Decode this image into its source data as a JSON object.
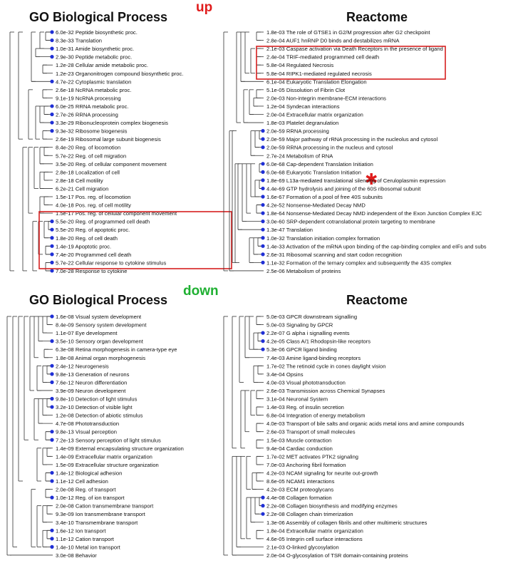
{
  "labels": {
    "up": "up",
    "down": "down"
  },
  "colors": {
    "up": "#e01c1c",
    "down": "#1fb032",
    "node": "#1f2fd6",
    "box": "#d62020",
    "tree": "#333333"
  },
  "panels": [
    {
      "id": "up-go",
      "title": "GO Biological Process",
      "rows": [
        {
          "p": "6.0e-32",
          "t": "Peptide biosynthetic proc."
        },
        {
          "p": "8.3e-33",
          "t": "Translation"
        },
        {
          "p": "1.0e-31",
          "t": "Amide biosynthetic proc."
        },
        {
          "p": "2.9e-30",
          "t": "Peptide metabolic proc."
        },
        {
          "p": "1.2e-28",
          "t": "Cellular amide metabolic proc."
        },
        {
          "p": "1.2e-23",
          "t": "Organonitrogen compound biosynthetic proc."
        },
        {
          "p": "4.7e-22",
          "t": "Cytoplasmic translation"
        },
        {
          "p": "2.6e-18",
          "t": "NcRNA metabolic proc."
        },
        {
          "p": "9.1e-19",
          "t": "NcRNA processing"
        },
        {
          "p": "6.0e-25",
          "t": "RRNA metabolic proc."
        },
        {
          "p": "2.7e-26",
          "t": "RRNA processing"
        },
        {
          "p": "3.3e-29",
          "t": "Ribonucleoprotein complex biogenesis"
        },
        {
          "p": "9.3e-32",
          "t": "Ribosome biogenesis"
        },
        {
          "p": "2.6e-19",
          "t": "Ribosomal large subunit biogenesis"
        },
        {
          "p": "8.4e-20",
          "t": "Reg. of locomotion"
        },
        {
          "p": "5.7e-22",
          "t": "Reg. of cell migration"
        },
        {
          "p": "3.5e-20",
          "t": "Reg. of cellular component movement"
        },
        {
          "p": "2.8e-18",
          "t": "Localization of cell"
        },
        {
          "p": "2.8e-18",
          "t": "Cell motility"
        },
        {
          "p": "6.2e-21",
          "t": "Cell migration"
        },
        {
          "p": "1.5e-17",
          "t": "Pos. reg. of locomotion"
        },
        {
          "p": "4.0e-18",
          "t": "Pos. reg. of cell motility"
        },
        {
          "p": "1.5e-17",
          "t": "Pos. reg. of cellular component movement"
        },
        {
          "p": "5.5e-20",
          "t": "Reg. of programmed cell death"
        },
        {
          "p": "5.5e-20",
          "t": "Reg. of apoptotic proc."
        },
        {
          "p": "1.8e-20",
          "t": "Reg. of cell death"
        },
        {
          "p": "1.4e-19",
          "t": "Apoptotic proc."
        },
        {
          "p": "7.4e-20",
          "t": "Programmed cell death"
        },
        {
          "p": "5.7e-22",
          "t": "Cellular response to cytokine stimulus"
        },
        {
          "p": "7.0e-28",
          "t": "Response to cytokine"
        }
      ]
    },
    {
      "id": "up-reactome",
      "title": "Reactome",
      "rows": [
        {
          "p": "1.8e-03",
          "t": "The role of GTSE1 in G2/M progression after G2 checkpoint"
        },
        {
          "p": "2.8e-04",
          "t": "AUF1 hnRNP D0 binds and destabilizes mRNA"
        },
        {
          "p": "2.1e-03",
          "t": "Caspase activation via Death Receptors in the presence of ligand"
        },
        {
          "p": "2.4e-04",
          "t": "TRIF-mediated programmed cell death"
        },
        {
          "p": "5.8e-04",
          "t": "Regulated Necrosis"
        },
        {
          "p": "5.8e-04",
          "t": "RIPK1-mediated regulated necrosis"
        },
        {
          "p": "6.1e-04",
          "t": "Eukaryotic Translation Elongation"
        },
        {
          "p": "5.1e-05",
          "t": "Dissolution of Fibrin Clot"
        },
        {
          "p": "2.0e-03",
          "t": "Non-integrin membrane-ECM interactions"
        },
        {
          "p": "1.2e-04",
          "t": "Syndecan interactions"
        },
        {
          "p": "2.0e-04",
          "t": "Extracellular matrix organization"
        },
        {
          "p": "1.8e-03",
          "t": "Platelet degranulation"
        },
        {
          "p": "2.0e-59",
          "t": "RRNA processing"
        },
        {
          "p": "2.0e-59",
          "t": "Major pathway of rRNA processing in the nucleolus and cytosol"
        },
        {
          "p": "2.0e-59",
          "t": "RRNA processing in the nucleus and cytosol"
        },
        {
          "p": "2.7e-24",
          "t": "Metabolism of RNA"
        },
        {
          "p": "6.0e-68",
          "t": "Cap-dependent Translation Initiation"
        },
        {
          "p": "6.0e-68",
          "t": "Eukaryotic Translation Initiation"
        },
        {
          "p": "1.8e-69",
          "t": "L13a-mediated translational silencing of Ceruloplasmin expression"
        },
        {
          "p": "4.4e-69",
          "t": "GTP hydrolysis and joining of the 60S ribosomal subunit"
        },
        {
          "p": "1.6e-67",
          "t": "Formation of a pool of free 40S subunits"
        },
        {
          "p": "4.2e-52",
          "t": "Nonsense-Mediated Decay NMD"
        },
        {
          "p": "1.8e-64",
          "t": "Nonsense-Mediated Decay NMD independent of the Exon Junction Complex EJC"
        },
        {
          "p": "3.0e-60",
          "t": "SRP-dependent cotranslational protein targeting to membrane"
        },
        {
          "p": "1.3e-47",
          "t": "Translation"
        },
        {
          "p": "1.0e-32",
          "t": "Translation initiation complex formation"
        },
        {
          "p": "1.4e-33",
          "t": "Activation of the mRNA upon binding of the cap-binding complex and eIFs and subs"
        },
        {
          "p": "2.6e-31",
          "t": "Ribosomal scanning and start codon recognition"
        },
        {
          "p": "1.1e-32",
          "t": "Formation of the ternary complex and subsequently the 43S complex"
        },
        {
          "p": "2.5e-06",
          "t": "Metabolism of proteins"
        }
      ]
    },
    {
      "id": "down-go",
      "title": "GO Biological Process",
      "rows": [
        {
          "p": "1.6e-08",
          "t": "Visual system development"
        },
        {
          "p": "8.4e-09",
          "t": "Sensory system development"
        },
        {
          "p": "1.1e-07",
          "t": "Eye development"
        },
        {
          "p": "3.5e-10",
          "t": "Sensory organ development"
        },
        {
          "p": "6.3e-08",
          "t": "Retina morphogenesis in camera-type eye"
        },
        {
          "p": "1.8e-08",
          "t": "Animal organ morphogenesis"
        },
        {
          "p": "2.4e-12",
          "t": "Neurogenesis"
        },
        {
          "p": "9.8e-13",
          "t": "Generation of neurons"
        },
        {
          "p": "7.6e-12",
          "t": "Neuron differentiation"
        },
        {
          "p": "3.9e-09",
          "t": "Neuron development"
        },
        {
          "p": "9.8e-10",
          "t": "Detection of light stimulus"
        },
        {
          "p": "3.2e-10",
          "t": "Detection of visible light"
        },
        {
          "p": "1.2e-08",
          "t": "Detection of abiotic stimulus"
        },
        {
          "p": "4.7e-08",
          "t": "Phototransduction"
        },
        {
          "p": "9.8e-13",
          "t": "Visual perception"
        },
        {
          "p": "7.2e-13",
          "t": "Sensory perception of light stimulus"
        },
        {
          "p": "1.4e-09",
          "t": "External encapsulating structure organization"
        },
        {
          "p": "1.4e-09",
          "t": "Extracellular matrix organization"
        },
        {
          "p": "1.5e-09",
          "t": "Extracellular structure organization"
        },
        {
          "p": "1.4e-12",
          "t": "Biological adhesion"
        },
        {
          "p": "1.1e-12",
          "t": "Cell adhesion"
        },
        {
          "p": "2.0e-08",
          "t": "Reg. of transport"
        },
        {
          "p": "1.0e-12",
          "t": "Reg. of ion transport"
        },
        {
          "p": "2.0e-08",
          "t": "Cation transmembrane transport"
        },
        {
          "p": "9.3e-09",
          "t": "Ion transmembrane transport"
        },
        {
          "p": "3.4e-10",
          "t": "Transmembrane transport"
        },
        {
          "p": "1.6e-12",
          "t": "Ion transport"
        },
        {
          "p": "1.1e-12",
          "t": "Cation transport"
        },
        {
          "p": "1.4e-10",
          "t": "Metal ion transport"
        },
        {
          "p": "3.0e-08",
          "t": "Behavior"
        }
      ]
    },
    {
      "id": "down-reactome",
      "title": "Reactome",
      "rows": [
        {
          "p": "5.0e-03",
          "t": "GPCR downstream signalling"
        },
        {
          "p": "5.0e-03",
          "t": "Signaling by GPCR"
        },
        {
          "p": "2.2e-07",
          "t": "G alpha i signalling events"
        },
        {
          "p": "4.2e-05",
          "t": "Class A/1 Rhodopsin-like receptors"
        },
        {
          "p": "5.3e-06",
          "t": "GPCR ligand binding"
        },
        {
          "p": "7.4e-03",
          "t": "Amine ligand-binding receptors"
        },
        {
          "p": "1.7e-02",
          "t": "The retinoid cycle in cones daylight vision"
        },
        {
          "p": "3.4e-04",
          "t": "Opsins"
        },
        {
          "p": "4.0e-03",
          "t": "Visual phototransduction"
        },
        {
          "p": "2.6e-03",
          "t": "Transmission across Chemical Synapses"
        },
        {
          "p": "3.1e-04",
          "t": "Neuronal System"
        },
        {
          "p": "1.4e-03",
          "t": "Reg. of insulin secretion"
        },
        {
          "p": "6.8e-04",
          "t": "Integration of energy metabolism"
        },
        {
          "p": "4.0e-03",
          "t": "Transport of bile salts and organic acids metal ions and amine compounds"
        },
        {
          "p": "2.6e-03",
          "t": "Transport of small molecules"
        },
        {
          "p": "1.5e-03",
          "t": "Muscle contraction"
        },
        {
          "p": "9.4e-04",
          "t": "Cardiac conduction"
        },
        {
          "p": "1.7e-02",
          "t": "MET activates PTK2 signaling"
        },
        {
          "p": "7.0e-03",
          "t": "Anchoring fibril formation"
        },
        {
          "p": "4.2e-03",
          "t": "NCAM signaling for neurite out-growth"
        },
        {
          "p": "8.6e-05",
          "t": "NCAM1 interactions"
        },
        {
          "p": "4.2e-03",
          "t": "ECM proteoglycans"
        },
        {
          "p": "4.4e-08",
          "t": "Collagen formation"
        },
        {
          "p": "2.2e-08",
          "t": "Collagen biosynthesis and modifying enzymes"
        },
        {
          "p": "2.2e-08",
          "t": "Collagen chain trimerization"
        },
        {
          "p": "1.3e-06",
          "t": "Assembly of collagen fibrils and other multimeric structures"
        },
        {
          "p": "1.8e-04",
          "t": "Extracellular matrix organization"
        },
        {
          "p": "4.6e-05",
          "t": "Integrin cell surface interactions"
        },
        {
          "p": "2.1e-03",
          "t": "O-linked glycosylation"
        },
        {
          "p": "2.0e-04",
          "t": "O-glycosylation of TSR domain-containing proteins"
        }
      ]
    }
  ]
}
